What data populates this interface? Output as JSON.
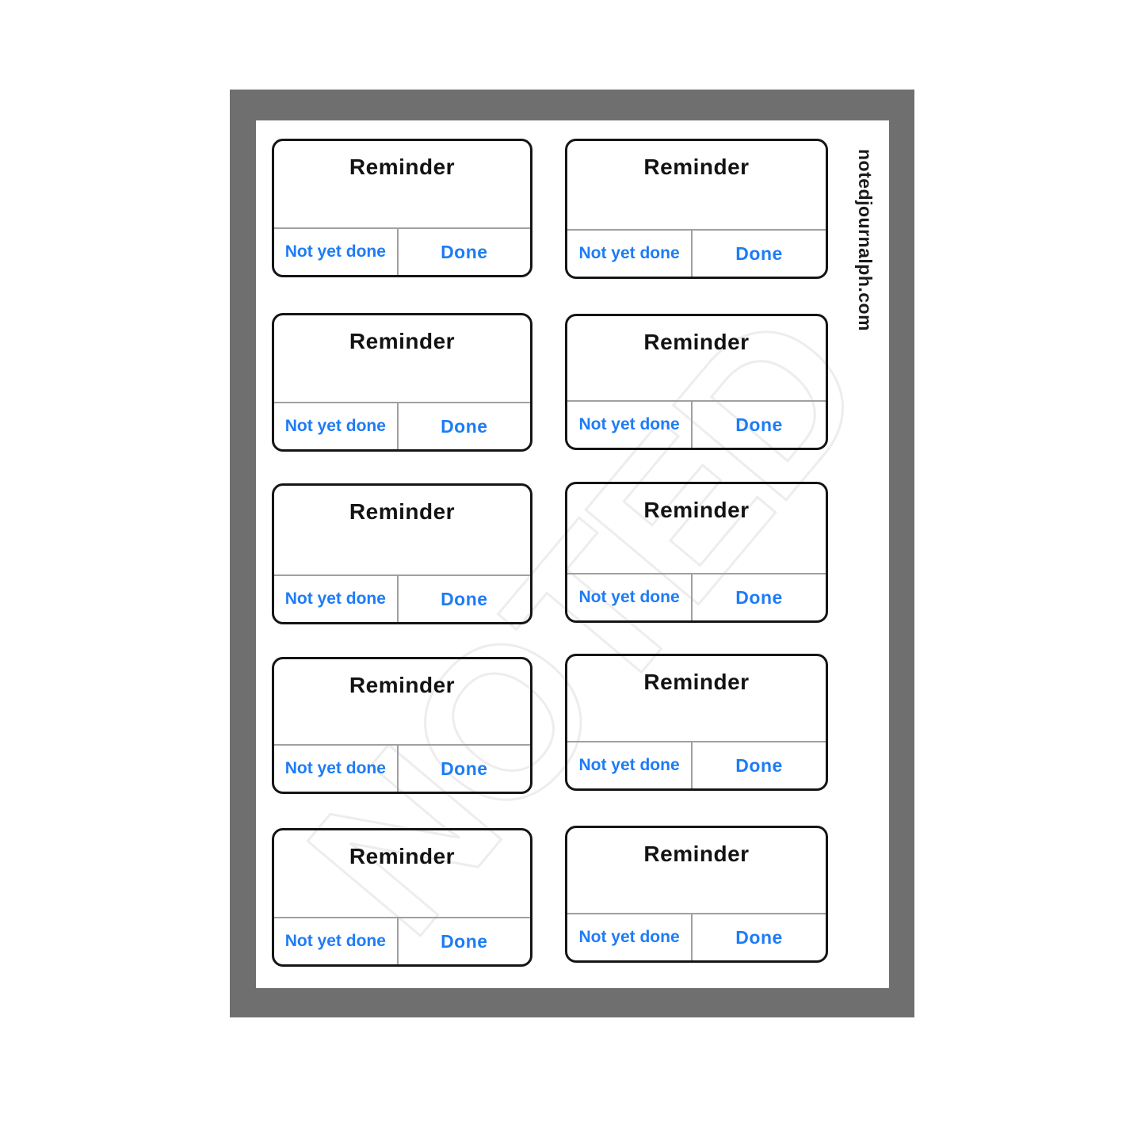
{
  "page": {
    "watermark_text": "NOTED",
    "site_label": "notedjournalph.com"
  },
  "colors": {
    "frame_gray": "#6f6f6f",
    "accent_blue": "#1e7cf5",
    "card_border_black": "#151515",
    "divider_gray": "#a0a0a0",
    "watermark_gray": "#ededed"
  },
  "cards": [
    {
      "title": "Reminder",
      "secondary_action": "Not yet done",
      "primary_action": "Done"
    },
    {
      "title": "Reminder",
      "secondary_action": "Not yet done",
      "primary_action": "Done"
    },
    {
      "title": "Reminder",
      "secondary_action": "Not yet done",
      "primary_action": "Done"
    },
    {
      "title": "Reminder",
      "secondary_action": "Not yet done",
      "primary_action": "Done"
    },
    {
      "title": "Reminder",
      "secondary_action": "Not yet done",
      "primary_action": "Done"
    },
    {
      "title": "Reminder",
      "secondary_action": "Not yet done",
      "primary_action": "Done"
    },
    {
      "title": "Reminder",
      "secondary_action": "Not yet done",
      "primary_action": "Done"
    },
    {
      "title": "Reminder",
      "secondary_action": "Not yet done",
      "primary_action": "Done"
    },
    {
      "title": "Reminder",
      "secondary_action": "Not yet done",
      "primary_action": "Done"
    },
    {
      "title": "Reminder",
      "secondary_action": "Not yet done",
      "primary_action": "Done"
    }
  ]
}
